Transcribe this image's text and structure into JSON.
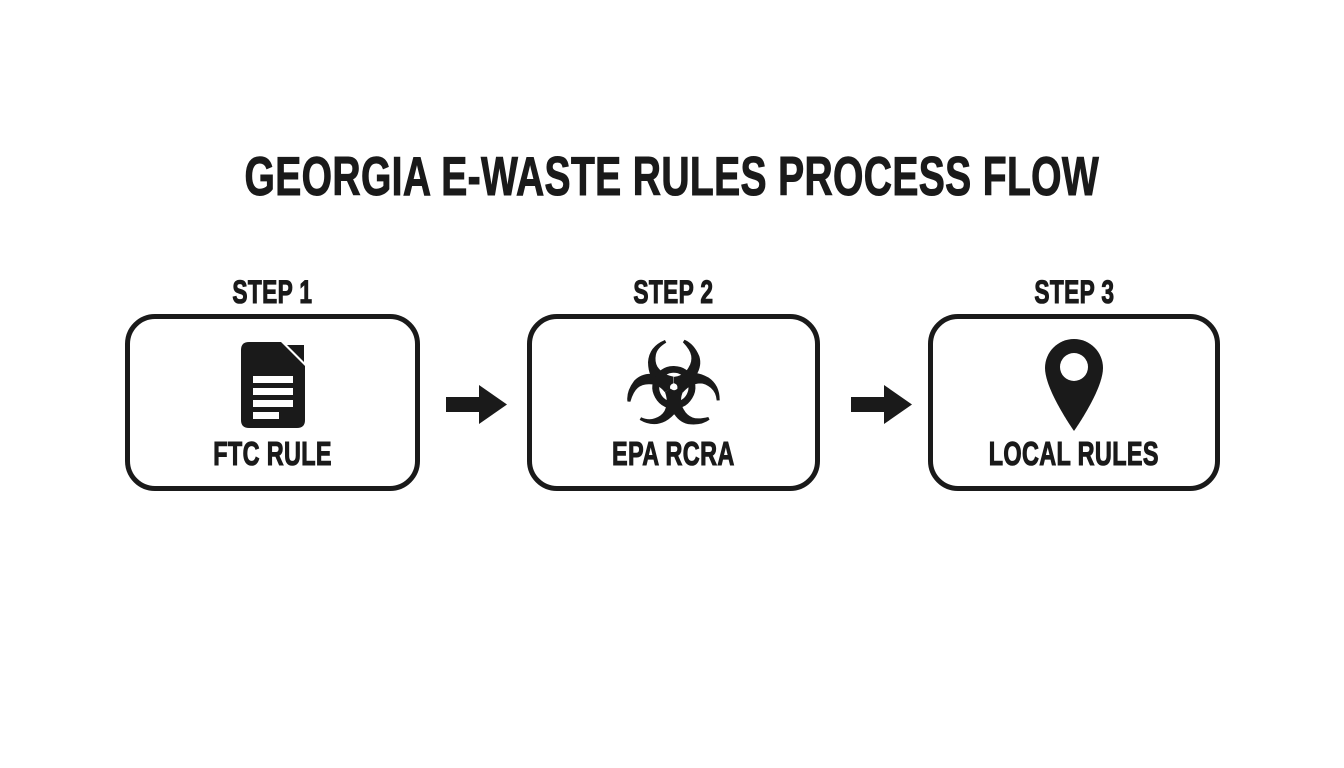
{
  "page": {
    "background": "#ffffff",
    "ink": "#1a1a1a"
  },
  "title": "GEORGIA E-WASTE RULES PROCESS FLOW",
  "flow": {
    "steps": [
      {
        "label": "STEP 1",
        "caption": "FTC RULE",
        "icon": "document-icon"
      },
      {
        "label": "STEP 2",
        "caption": "EPA RCRA",
        "icon": "biohazard-icon"
      },
      {
        "label": "STEP 3",
        "caption": "LOCAL RULES",
        "icon": "location-pin-icon"
      }
    ],
    "connector_icon": "arrow-right-icon",
    "biohazard_glyph": "☣"
  }
}
